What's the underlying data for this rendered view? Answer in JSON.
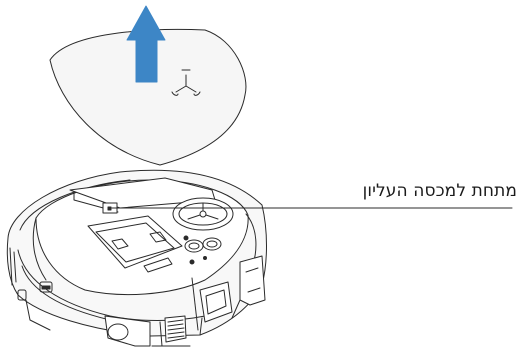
{
  "callout": {
    "label": "מתחת למכסה העליון"
  },
  "arrow": {
    "direction": "up",
    "color": "#3d86c6"
  },
  "parts": [
    "top-cover",
    "robot-vacuum-body",
    "leader-line"
  ]
}
